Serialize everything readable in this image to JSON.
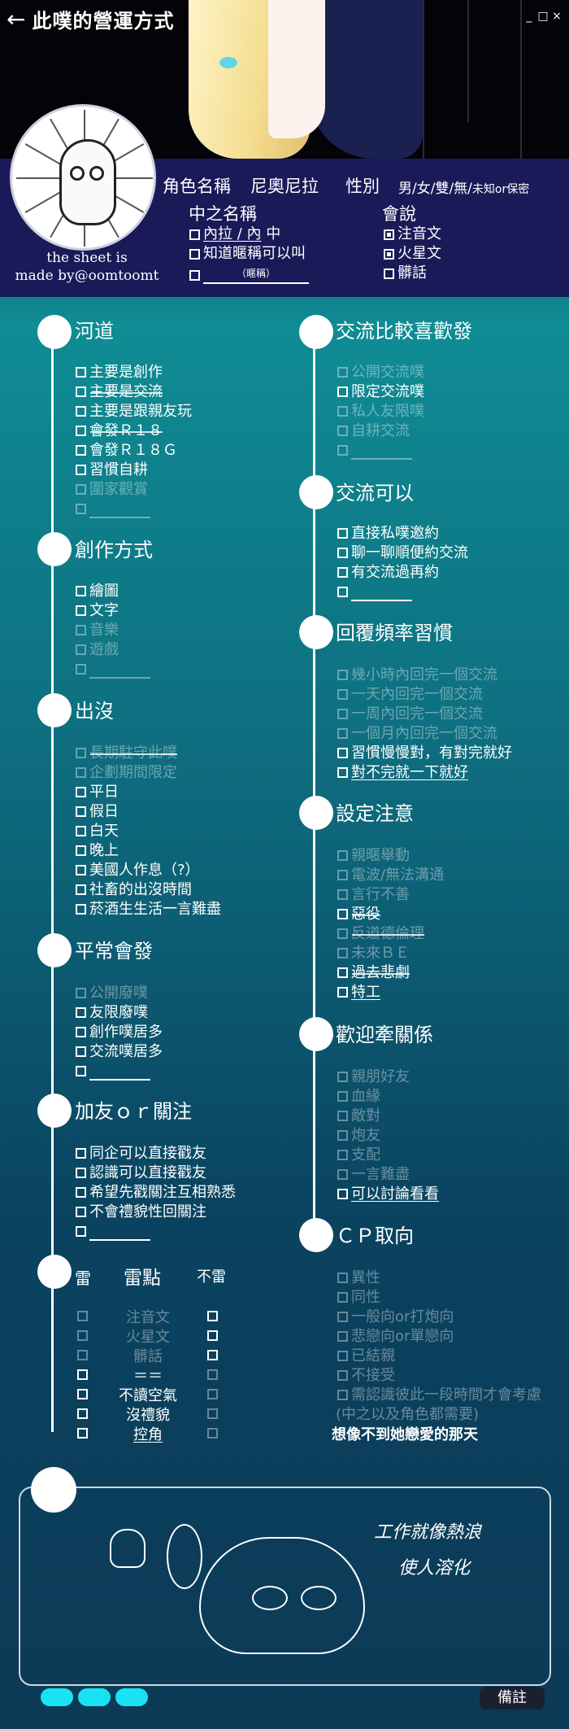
{
  "header": {
    "title": "此噗的營運方式",
    "window_controls": [
      "_",
      "□",
      "×"
    ]
  },
  "info": {
    "credit_line1": "the sheet is",
    "credit_line2": "made by@oomtoomt",
    "role_label": "角色名稱",
    "role_name": "尼奧尼拉",
    "gender_label": "性別",
    "gender_options": "男/女/雙/無/",
    "gender_unknown": "未知or保密",
    "inner_name_label": "中之名稱",
    "inner_name_value": "內拉 / 內",
    "inner_name_suffix": "中",
    "inner_name_nickname": "知道暱稱可以叫",
    "inner_name_blank": "（暱稱）",
    "speaks_label": "會說",
    "speaks": [
      {
        "label": "注音文",
        "checked": true
      },
      {
        "label": "火星文",
        "checked": true
      },
      {
        "label": "髒話",
        "checked": false
      }
    ]
  },
  "sections": {
    "river": {
      "title": "河道",
      "items": [
        "主要是創作",
        "主要是交流",
        "主要是跟親友玩",
        "會發Ｒ１８",
        "會發Ｒ１８Ｇ",
        "習慣自耕",
        "圍家觀賞",
        ""
      ]
    },
    "create": {
      "title": "創作方式",
      "items": [
        "繪圖",
        "文字",
        "音樂",
        "遊戲",
        ""
      ]
    },
    "appear": {
      "title": "出沒",
      "items": [
        "長期駐守此噗",
        "企劃期間限定",
        "平日",
        "假日",
        "白天",
        "晚上",
        "美國人作息（?）",
        "社畜的出沒時間",
        "菸酒生生活一言難盡"
      ]
    },
    "posts": {
      "title": "平常會發",
      "items": [
        "公開廢噗",
        "友限廢噗",
        "創作噗居多",
        "交流噗居多",
        ""
      ]
    },
    "friend": {
      "title": "加友ｏｒ關注",
      "items": [
        "同企可以直接戳友",
        "認識可以直接戳友",
        "希望先戳關注互相熟悉",
        "不會禮貌性回關注",
        ""
      ]
    },
    "mine": {
      "title": "雷點",
      "col_left": "雷",
      "col_right": "不雷",
      "rows": [
        "注音文",
        "火星文",
        "髒話",
        "＝＝",
        "不讀空氣",
        "沒禮貌",
        "控角"
      ]
    },
    "exchange_pref": {
      "title": "交流比較喜歡發",
      "items": [
        "公開交流噗",
        "限定交流噗",
        "私人友限噗",
        "自耕交流",
        ""
      ]
    },
    "exchange_ok": {
      "title": "交流可以",
      "items": [
        "直接私噗邀約",
        "聊一聊順便約交流",
        "有交流過再約",
        ""
      ]
    },
    "reply": {
      "title": "回覆頻率習慣",
      "items": [
        "幾小時內回完一個交流",
        "一天內回完一個交流",
        "一周內回完一個交流",
        "一個月內回完一個交流",
        "習慣慢慢對，有對完就好",
        "對不完就一下就好"
      ]
    },
    "notes": {
      "title": "設定注意",
      "items": [
        "親暱舉動",
        "電波/無法溝通",
        "言行不善",
        "惡役",
        "反道德倫理",
        "未來ＢＥ",
        "過去悲劇",
        "特工"
      ]
    },
    "welcome": {
      "title": "歡迎牽關係",
      "items": [
        "親朋好友",
        "血緣",
        "敵對",
        "炮友",
        "支配",
        "一言難盡",
        "可以討論看看"
      ]
    },
    "cp": {
      "title": "ＣＰ取向",
      "items": [
        "異性",
        "同性",
        "一般向or打炮向",
        "悲戀向or單戀向",
        "已結親",
        "不接受",
        "需認識彼此一段時間才會考慮"
      ],
      "note": "(中之以及角色都需要)",
      "extra": "想像不到她戀愛的那天"
    }
  },
  "memo": {
    "line1": "工作就像熱浪",
    "line2": "使人溶化"
  },
  "footer": {
    "note_button": "備註"
  }
}
